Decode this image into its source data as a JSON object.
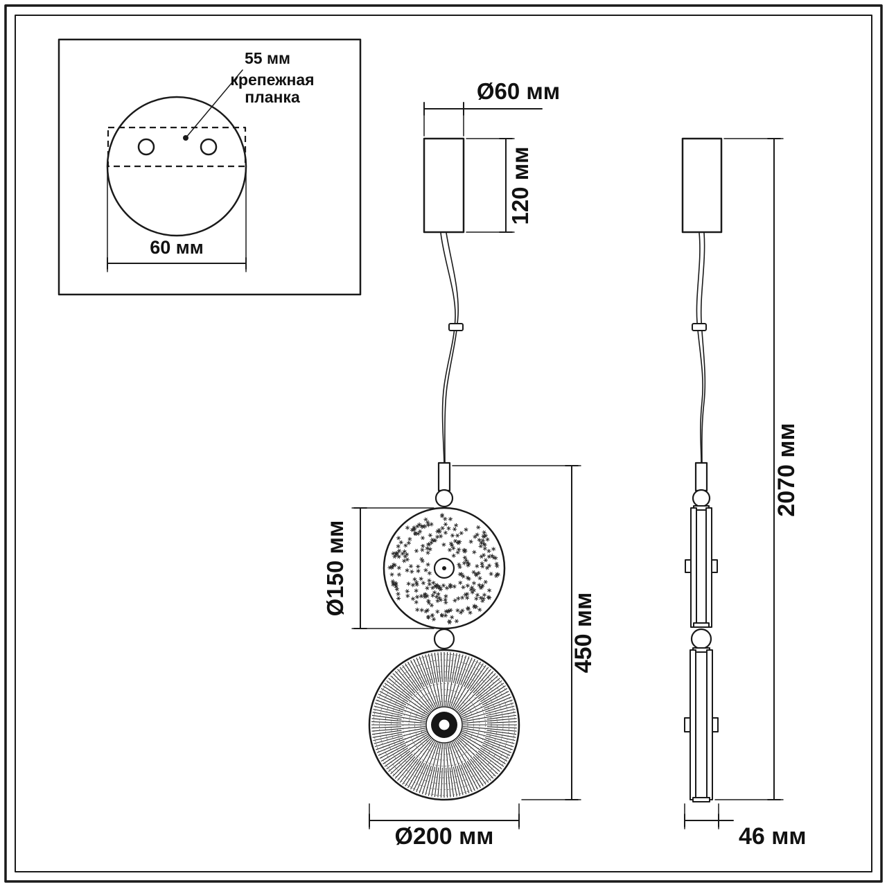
{
  "palette": {
    "line": "#1a1a1a",
    "background": "#ffffff",
    "texture": "#2b2b2b"
  },
  "inset": {
    "offset_label": "55 мм",
    "bracket_label_1": "крепежная",
    "bracket_label_2": "планка",
    "width_label": "60 мм"
  },
  "front_view": {
    "canopy_diameter": "Ø60 мм",
    "canopy_height": "120 мм",
    "upper_disc_diameter": "Ø150 мм",
    "body_height": "450 мм",
    "lower_disc_diameter": "Ø200 мм"
  },
  "side_view": {
    "total_height": "2070 мм",
    "depth": "46 мм"
  }
}
